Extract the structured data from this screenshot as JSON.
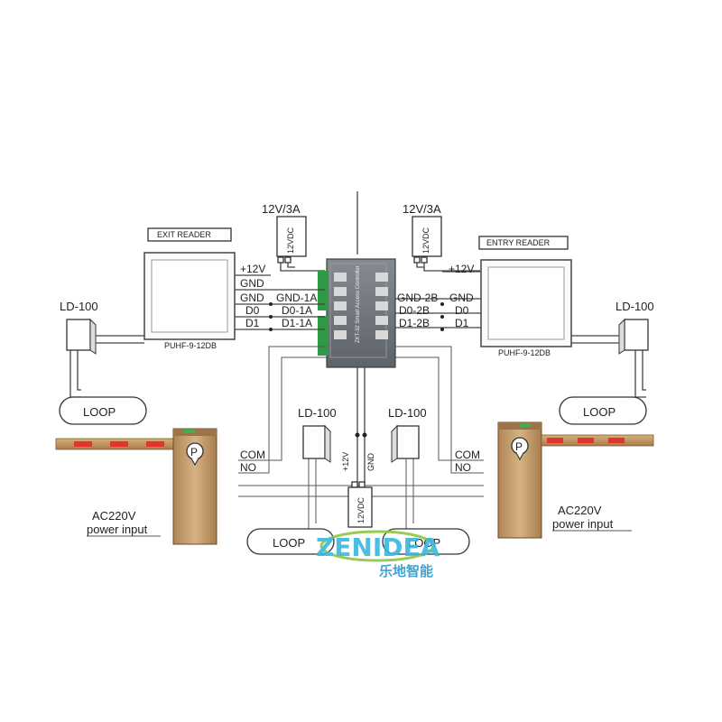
{
  "power_labels": {
    "left_supply": "12V/3A",
    "right_supply": "12V/3A",
    "left_vdc": "12VDC",
    "right_vdc": "12VDC",
    "bottom_vdc": "12VDC"
  },
  "readers": {
    "exit_title": "EXIT READER",
    "entry_title": "ENTRY READER",
    "exit_model": "PUHF-9-12DB",
    "entry_model": "PUHF-9-12DB"
  },
  "wires": {
    "left_pos": "+12V",
    "left_gnd1": "GND",
    "left_gnd2": "GND",
    "left_d0": "D0",
    "left_d1": "D1",
    "gnd_1a": "GND-1A",
    "d0_1a": "D0-1A",
    "d1_1a": "D1-1A",
    "right_pos": "+12V",
    "right_gnd": "GND",
    "right_d0": "D0",
    "right_d1": "D1",
    "gnd_2b": "GND-2B",
    "d0_2b": "D0-2B",
    "d1_2b": "D1-2B",
    "bottom_pos": "+12V",
    "bottom_gnd": "GND"
  },
  "detectors": {
    "left_outer": "LD-100",
    "right_outer": "LD-100",
    "center_left": "LD-100",
    "center_right": "LD-100"
  },
  "loops": {
    "left_outer": "LOOP",
    "right_outer": "LOOP",
    "center_left": "LOOP",
    "center_right": "LOOP"
  },
  "relay": {
    "left_com": "COM",
    "left_no": "NO",
    "right_com": "COM",
    "right_no": "NO"
  },
  "barriers": {
    "left_power_1": "AC220V",
    "left_power_2": "power input",
    "right_power_1": "AC220V",
    "right_power_2": "power input",
    "parking_symbol": "P"
  },
  "controller": {
    "panel_text": "ZKT-32 Smart Access Controller"
  },
  "watermark": {
    "brand_latin": "ZENIDEA",
    "brand_cn": "乐地智能"
  },
  "colors": {
    "barrier_body": "#c9a16e",
    "boom_red": "#e0342c",
    "boom_tan": "#c79a62",
    "controller": "#6e7479",
    "terminal_green": "#2f9a46",
    "brand_cyan": "#3ab7e0",
    "brand_green": "#8cc63f"
  }
}
